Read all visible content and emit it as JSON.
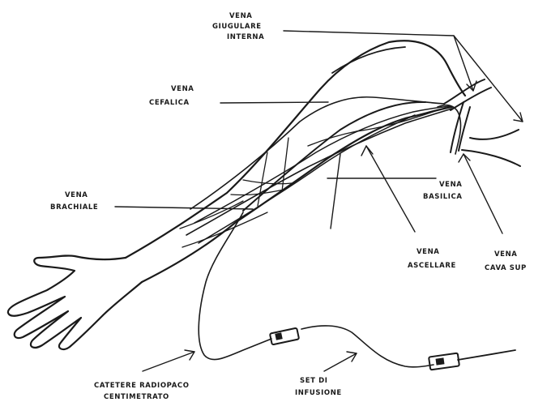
{
  "labels": {
    "giugulare": [
      "VENA",
      "GIUGULARE",
      "INTERNA"
    ],
    "cefalica": [
      "VENA",
      "CEFALICA"
    ],
    "brachiale": [
      "VENA",
      "BRACHIALE"
    ],
    "basilica": [
      "VENA",
      "BASILICA"
    ],
    "ascellare": [
      "VENA",
      "ASCELLARE"
    ],
    "cava": [
      "VENA",
      "CAVA SUP"
    ],
    "catetere": [
      "CATETERE RADIOPACO",
      "CENTIMETRATO"
    ],
    "set": [
      "SET DI",
      "INFUSIONE"
    ]
  }
}
